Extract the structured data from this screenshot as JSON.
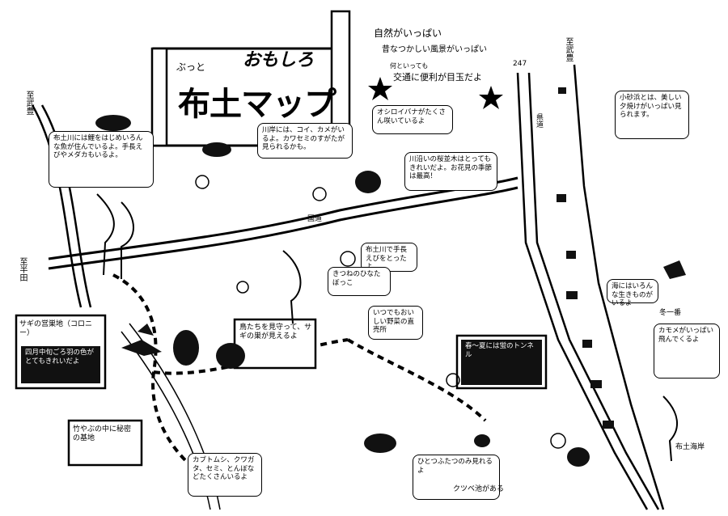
{
  "title": {
    "ruby": "ぶっと",
    "sub": "おもしろ",
    "main": "布土マップ"
  },
  "intro": [
    "自然がいっぱい",
    "昔なつかしい風景がいっぱい",
    "何といっても",
    "交通に便利が目玉だよ"
  ],
  "roads": {
    "r1": "県道",
    "r2": "国道",
    "left_top": "至武豊",
    "left_mid": "至半田",
    "right_top": "至武豊",
    "r247": "247"
  },
  "notes": {
    "n1": "布土川には鯉をはじめいろんな魚が住んでいるよ。手長えびやメダカもいるよ。",
    "n2": "川岸には、コイ、カメがいるよ。カワセミのすがたが見られるかも。",
    "n3": "オシロイバナがたくさん咲いているよ",
    "n4": "川沿いの桜並木はとってもきれいだよ。お花見の季節は最高！",
    "n5": "小砂浜とは、美しい夕焼けがいっぱい見られます。",
    "n6": "サギの営巣地（コロニー）",
    "n7": "四月中旬ごろ羽の色がとてもきれいだよ",
    "n8": "鳥たちを見守って、サギの巣が見えるよ",
    "n9": "竹やぶの中に秘密の基地",
    "n10": "いつでもおいしい野菜の直売所",
    "n11": "布土川で手長えびをとったよ",
    "n12": "春～夏には蛍のトンネル",
    "n13": "きつねのひなたぼっこ",
    "n14": "ひとつふたつのみ見れるよ",
    "n15": "クツベ池がある",
    "n16": "カブトムシ、クワガタ、セミ、とんぼなどたくさんいるよ",
    "n17": "海にはいろんな生きものがいるよ",
    "n18": "冬一番",
    "n19": "カモメがいっぱい飛んでくるよ",
    "n20": "布土海岸"
  }
}
